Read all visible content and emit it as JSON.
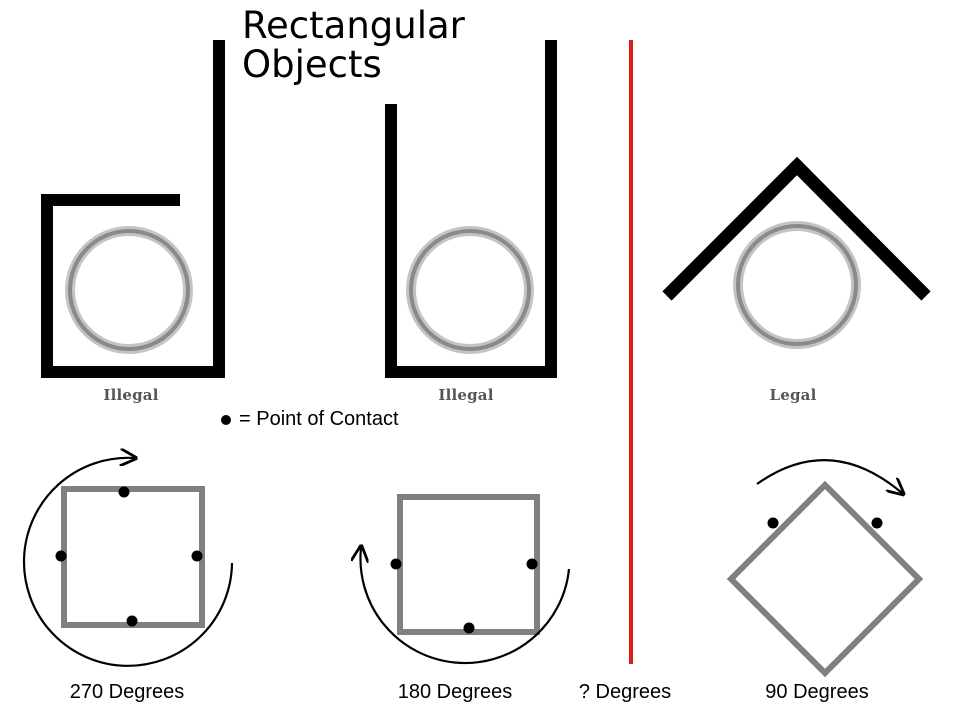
{
  "title": {
    "line1": "Rectangular",
    "line2": "Objects"
  },
  "examples": [
    {
      "label": "Illegal"
    },
    {
      "label": "Illegal"
    },
    {
      "label": "Legal"
    }
  ],
  "legend": {
    "text": "= Point of Contact"
  },
  "rotations": [
    {
      "label": "270 Degrees"
    },
    {
      "label": "180 Degrees"
    },
    {
      "label": "? Degrees"
    },
    {
      "label": "90 Degrees"
    }
  ],
  "colors": {
    "wall": "#000000",
    "ring": "#8a8a8a",
    "square": "#808080",
    "divider": "#e01b1b",
    "contact_dot": "#000000"
  }
}
